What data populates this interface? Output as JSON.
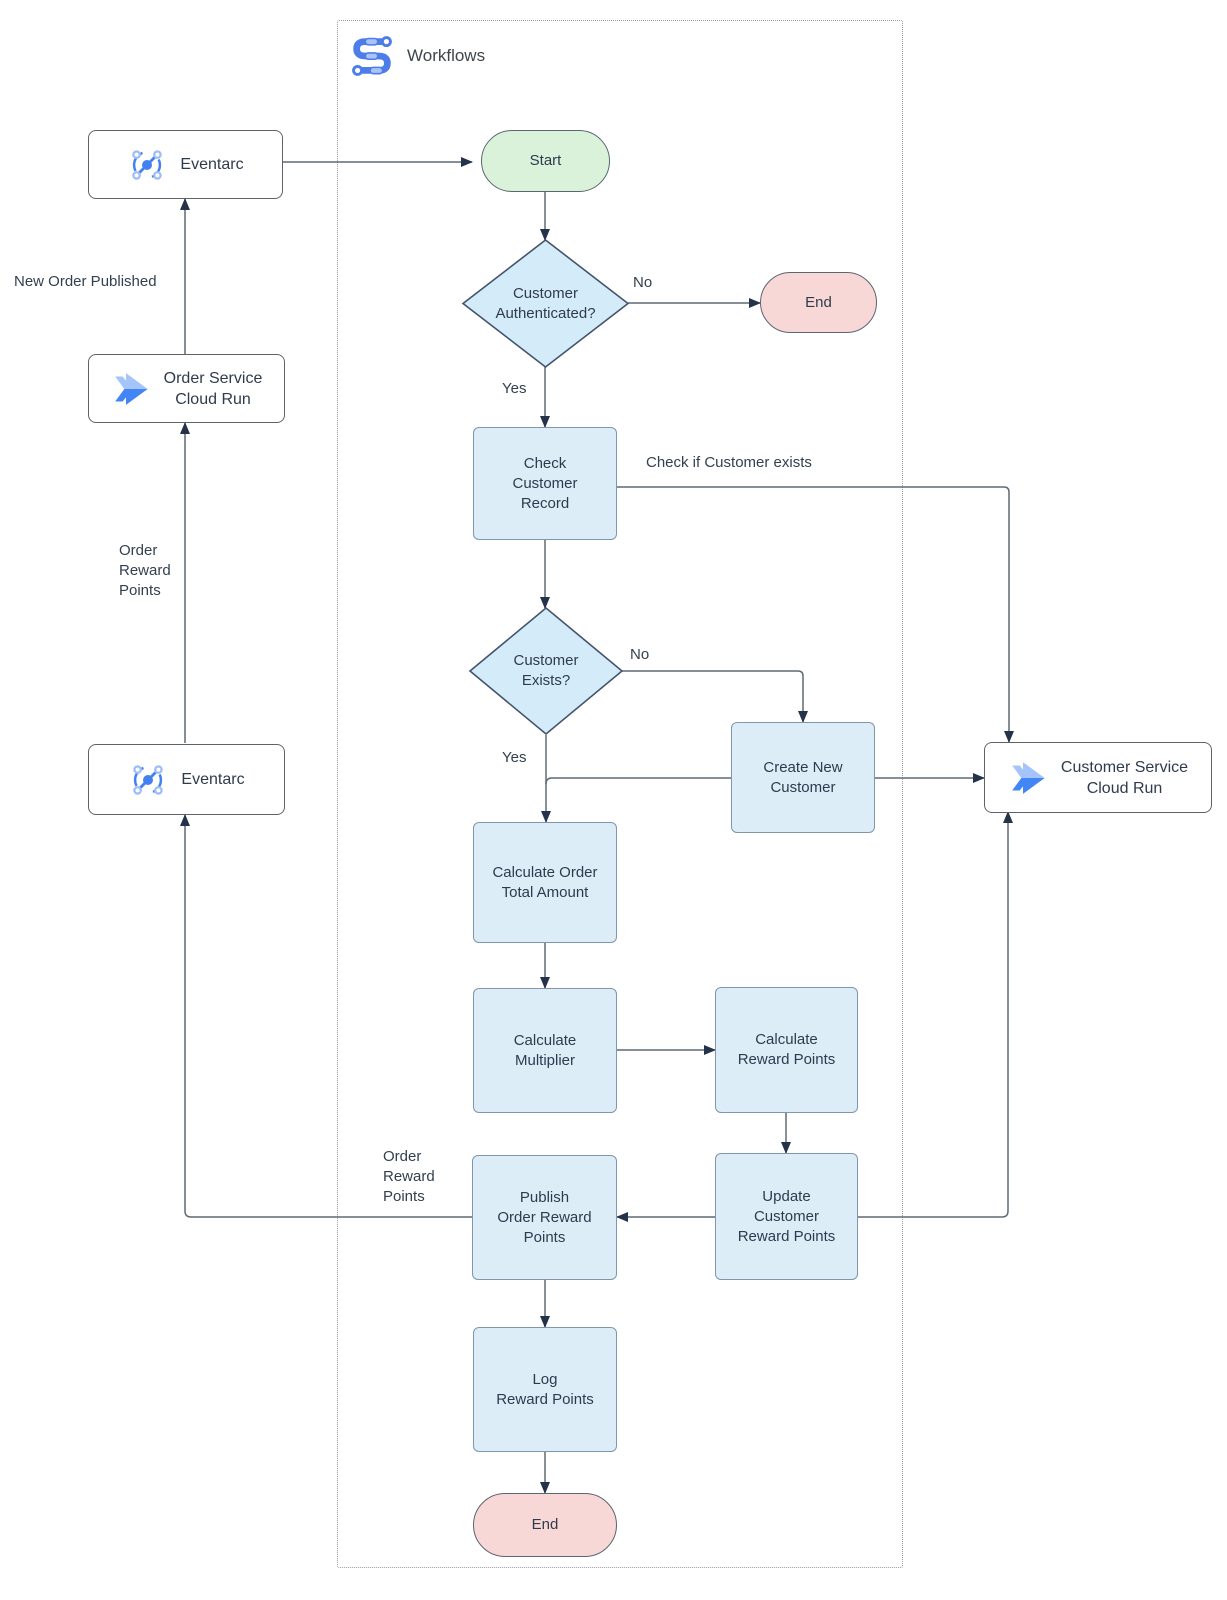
{
  "diagram_title": {
    "label": "Workflows",
    "icon": "workflows-icon"
  },
  "colors": {
    "google_blue": "#4285f4",
    "google_blue_light": "#a5c4fa",
    "process_fill": "#dcedf8",
    "process_border": "#8096aa",
    "decision_fill": "#d4ecfa",
    "decision_border": "#44546a",
    "start_fill": "#d9f2d9",
    "end_fill": "#f8d7d7",
    "terminator_border": "#5c6670",
    "external_box_border": "#5f6368",
    "connector_line": "#5f6a76",
    "arrowhead": "#25334a",
    "frame_dotted_border": "#9d9d9d"
  },
  "nodes": {
    "eventarc_top": {
      "label": "Eventarc",
      "type": "external-service",
      "icon": "eventarc-icon"
    },
    "order_service": {
      "label": "Order Service\nCloud Run",
      "type": "external-service",
      "icon": "cloud-run-icon"
    },
    "eventarc_bottom": {
      "label": "Eventarc",
      "type": "external-service",
      "icon": "eventarc-icon"
    },
    "customer_service": {
      "label": "Customer Service\nCloud Run",
      "type": "external-service",
      "icon": "cloud-run-icon"
    },
    "start": {
      "label": "Start",
      "type": "terminator"
    },
    "end_top": {
      "label": "End",
      "type": "terminator"
    },
    "end_bottom": {
      "label": "End",
      "type": "terminator"
    },
    "customer_authenticated": {
      "label": "Customer\nAuthenticated?",
      "type": "decision"
    },
    "check_customer_record": {
      "label": "Check\nCustomer\nRecord",
      "type": "process"
    },
    "customer_exists": {
      "label": "Customer\nExists?",
      "type": "decision"
    },
    "create_new_customer": {
      "label": "Create New\nCustomer",
      "type": "process"
    },
    "calc_order_total": {
      "label": "Calculate Order\nTotal Amount",
      "type": "process"
    },
    "calc_multiplier": {
      "label": "Calculate\nMultiplier",
      "type": "process"
    },
    "calc_reward_points": {
      "label": "Calculate\nReward Points",
      "type": "process"
    },
    "update_customer_reward_points": {
      "label": "Update\nCustomer\nReward Points",
      "type": "process"
    },
    "publish_order_reward_points": {
      "label": "Publish\nOrder Reward\nPoints",
      "type": "process"
    },
    "log_reward_points": {
      "label": "Log\nReward Points",
      "type": "process"
    }
  },
  "edge_labels": {
    "no_authenticated": "No",
    "yes_authenticated": "Yes",
    "check_if_customer_exists": "Check if Customer exists",
    "no_exists": "No",
    "yes_exists": "Yes",
    "new_order_published": "New Order Published",
    "order_reward_points_left": "Order\nReward\nPoints",
    "order_reward_points_mid": "Order\nReward\nPoints"
  }
}
